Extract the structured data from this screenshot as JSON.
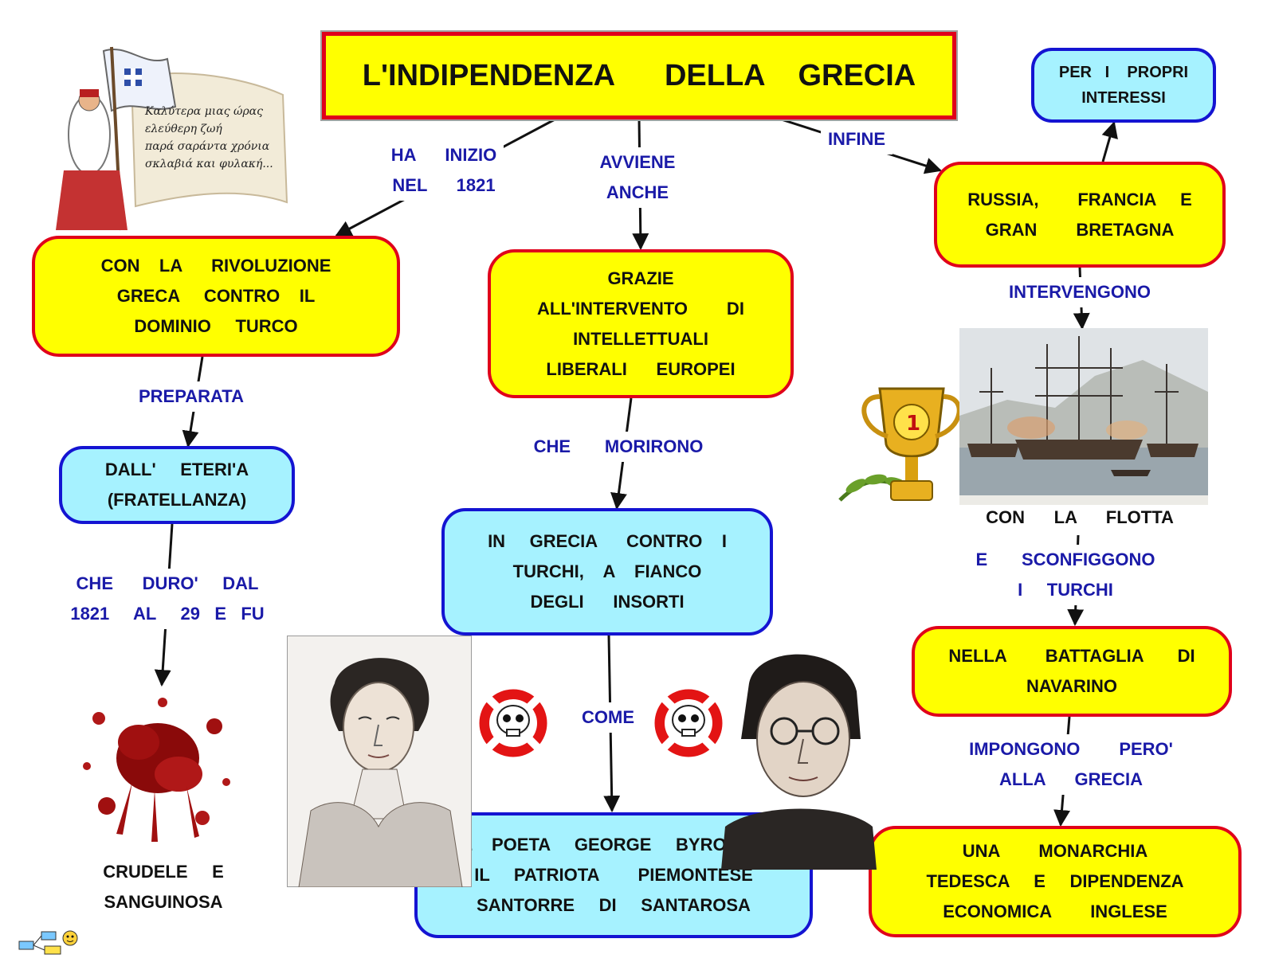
{
  "title": "L'INDIPENDENZA      DELLA    GRECIA",
  "nodes": {
    "rivoluzione": [
      "CON    LA      RIVOLUZIONE",
      "GRECA     CONTRO    IL",
      "DOMINIO     TURCO"
    ],
    "eteria": [
      "DALL'     ETERI'A",
      "(FRATELLANZA)"
    ],
    "crudele": [
      "CRUDELE     E",
      "SANGUINOSA"
    ],
    "intellettuali": [
      "GRAZIE",
      "ALL'INTERVENTO        DI",
      "INTELLETTUALI",
      "LIBERALI      EUROPEI"
    ],
    "grecia_turchi": [
      "IN     GRECIA      CONTRO    I",
      "TURCHI,    A    FIANCO",
      "DEGLI      INSORTI"
    ],
    "byron": [
      "IL    POETA     GEORGE     BYRON    E",
      "IL     PATRIOTA        PIEMONTESE",
      "SANTORRE     DI     SANTAROSA"
    ],
    "interessi": [
      "PER   I    PROPRI",
      "INTERESSI"
    ],
    "potenze": [
      "RUSSIA,        FRANCIA     E",
      "GRAN        BRETAGNA"
    ],
    "flotta": [
      "CON      LA      FLOTTA"
    ],
    "navarino": [
      "NELLA        BATTAGLIA       DI",
      "NAVARINO"
    ],
    "monarchia": [
      "UNA        MONARCHIA",
      "TEDESCA     E     DIPENDENZA",
      "ECONOMICA        INGLESE"
    ]
  },
  "labels": {
    "inizio": [
      "HA      INIZIO",
      "NEL      1821"
    ],
    "avviene": [
      "AVVIENE",
      "ANCHE"
    ],
    "infine": [
      "INFINE"
    ],
    "preparata": [
      "PREPARATA"
    ],
    "duro": [
      "CHE      DURO'     DAL",
      "1821     AL     29   E   FU"
    ],
    "morirono": [
      "CHE       MORIRONO"
    ],
    "come": [
      "COME"
    ],
    "intervengono": [
      "INTERVENGONO"
    ],
    "sconfiggono": [
      "E       SCONFIGGONO",
      "I     TURCHI"
    ],
    "impongono": [
      "IMPONGONO        PERO'",
      "ALLA      GRECIA"
    ]
  },
  "flag_text": [
    "Καλύτερα μιας ώρας",
    "ελεύθερη ζωή",
    "παρά σαράντα χρόνια",
    "σκλαβιά και φυλακή..."
  ],
  "colors": {
    "yellow_fill": "#ffff00",
    "yellow_border": "#e0001a",
    "cyan_fill": "#a6f2ff",
    "cyan_border": "#1414d2",
    "label_text": "#1a1aa8"
  },
  "icons": [
    "greek-revolutionary-flag-image",
    "blood-splatter-image",
    "lord-byron-portrait-image",
    "santarosa-portrait-image",
    "skull-crossbones-icon",
    "trophy-icon",
    "naval-battle-painting-image",
    "mindmap-logo-icon"
  ]
}
